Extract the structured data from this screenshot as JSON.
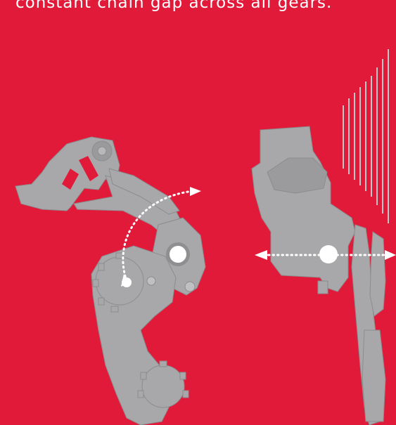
{
  "caption": {
    "text": "constant chain gap across all gears."
  },
  "colors": {
    "background": "#e11a3a",
    "part_fill": "#a8a8aa",
    "part_stroke": "#8c8c8e",
    "highlight": "#ffffff"
  },
  "icons": {
    "left_illustration": "rear-derailleur-side-view",
    "right_illustration": "rear-derailleur-rear-view",
    "arc_arrow": "dotted-curved-arrow",
    "horizontal_arrow": "dotted-double-arrow"
  }
}
